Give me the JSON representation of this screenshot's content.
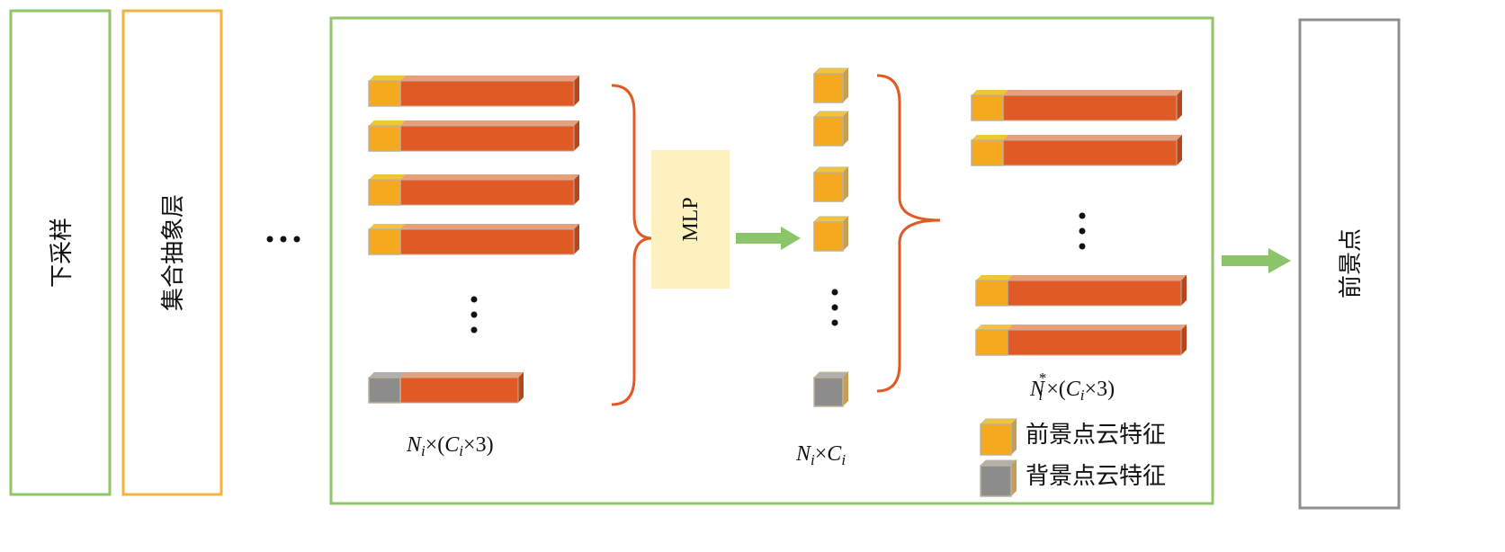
{
  "stages": {
    "downsample": "下采样",
    "set_abstraction": "集合抽象层",
    "foreground_points": "前景点"
  },
  "ellipsis": "…",
  "mlp_label": "MLP",
  "labels": {
    "input": {
      "n": "N",
      "i1": "i",
      "mid": "×(",
      "c": "C",
      "i2": "i",
      "end": "×3)"
    },
    "mid": {
      "n": "N",
      "i1": "i",
      "mid": "×",
      "c": "C",
      "i2": "i"
    },
    "output": {
      "n": "N",
      "star": "*",
      "i1": "i",
      "mid": "×(",
      "c": "C",
      "i2": "i",
      "end": "×3)"
    }
  },
  "legend": [
    {
      "label": "前景点云特征",
      "color": "#f5a91f"
    },
    {
      "label": "背景点云特征",
      "color": "#8c8c8c"
    }
  ],
  "colors": {
    "green_border": "#92c46a",
    "orange_border": "#f2b43c",
    "gray_border": "#8f8f8f",
    "feature_bar": "#e05a25",
    "foreground_cube": "#f5a91f",
    "background_cube": "#8c8c8c",
    "brace": "#e05a25",
    "mlp_fill": "#fdf1c0",
    "arrow": "#8cc46a"
  }
}
